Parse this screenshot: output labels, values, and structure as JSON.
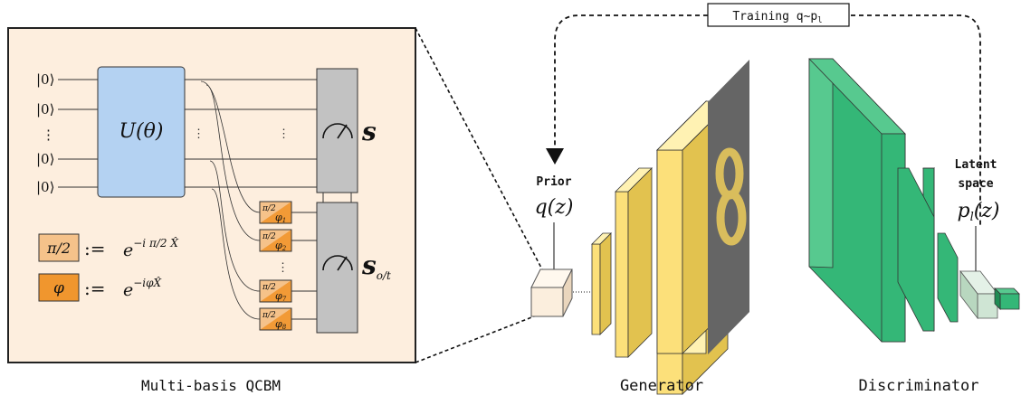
{
  "figure": {
    "qcbm_caption": "Multi-basis QCBM",
    "generator_caption": "Generator",
    "discriminator_caption": "Discriminator",
    "training_box": "Training q∼p",
    "training_sub": "l",
    "prior_label": "Prior",
    "prior_math": "q(z)",
    "latent_label_1": "Latent",
    "latent_label_2": "space",
    "latent_math_main": "p",
    "latent_math_sub": "l",
    "latent_math_tail": "(z)"
  },
  "circuit": {
    "qubit_kets": [
      "|0⟩",
      "|0⟩",
      "⋮",
      "|0⟩",
      "|0⟩"
    ],
    "unitary_label": "U(θ)",
    "dots": "⋮",
    "measure_top_label": "s",
    "measure_bottom_label": "s",
    "measure_bottom_sub": "o/t",
    "rotation_gates": [
      {
        "top": "π/2",
        "sub": "φ",
        "index": "1"
      },
      {
        "top": "π/2",
        "sub": "φ",
        "index": "2"
      },
      {
        "top": "π/2",
        "sub": "φ",
        "index": "7"
      },
      {
        "top": "π/2",
        "sub": "φ",
        "index": "8"
      }
    ],
    "legend": [
      {
        "symbol": "π/2",
        "assign": ":=",
        "rhs_base": "e",
        "rhs_exp": "−i π/2 X̂",
        "color": "#f5c28a"
      },
      {
        "symbol": "φ",
        "assign": ":=",
        "rhs_base": "e",
        "rhs_exp": "−iφX̂",
        "color": "#f0962e"
      }
    ]
  },
  "colors": {
    "panel_bg": "#fdeede",
    "unitary_fill": "#b4d2f2",
    "measure_fill": "#c2c2c2",
    "generator_yellow": "#fce07a",
    "generator_yellow_dark": "#e2c24f",
    "discriminator_green": "#34b777",
    "discriminator_green_dark": "#1f8c54",
    "latent_fill": "#cfe5d4",
    "prior_fill": "#fbeedd",
    "gate_orange": "#f29a36"
  }
}
